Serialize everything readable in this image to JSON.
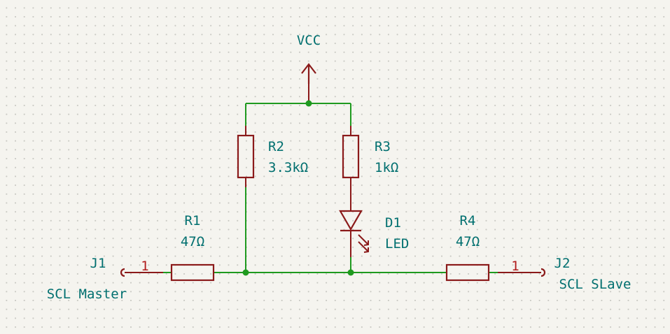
{
  "power": {
    "label": "VCC"
  },
  "components": {
    "r1": {
      "ref": "R1",
      "value": "47Ω"
    },
    "r2": {
      "ref": "R2",
      "value": "3.3kΩ"
    },
    "r3": {
      "ref": "R3",
      "value": "1kΩ"
    },
    "r4": {
      "ref": "R4",
      "value": "47Ω"
    },
    "d1": {
      "ref": "D1",
      "value": "LED"
    }
  },
  "connectors": {
    "j1": {
      "ref": "J1",
      "pin": "1",
      "net": "SCL Master"
    },
    "j2": {
      "ref": "J2",
      "pin": "1",
      "net": "SCL SLave"
    }
  },
  "colors": {
    "wire": "#1f9a1f",
    "symbol": "#8b1a1a",
    "text": "#006f6f",
    "pin_number": "#b01c1c",
    "background": "#f5f4ef"
  }
}
